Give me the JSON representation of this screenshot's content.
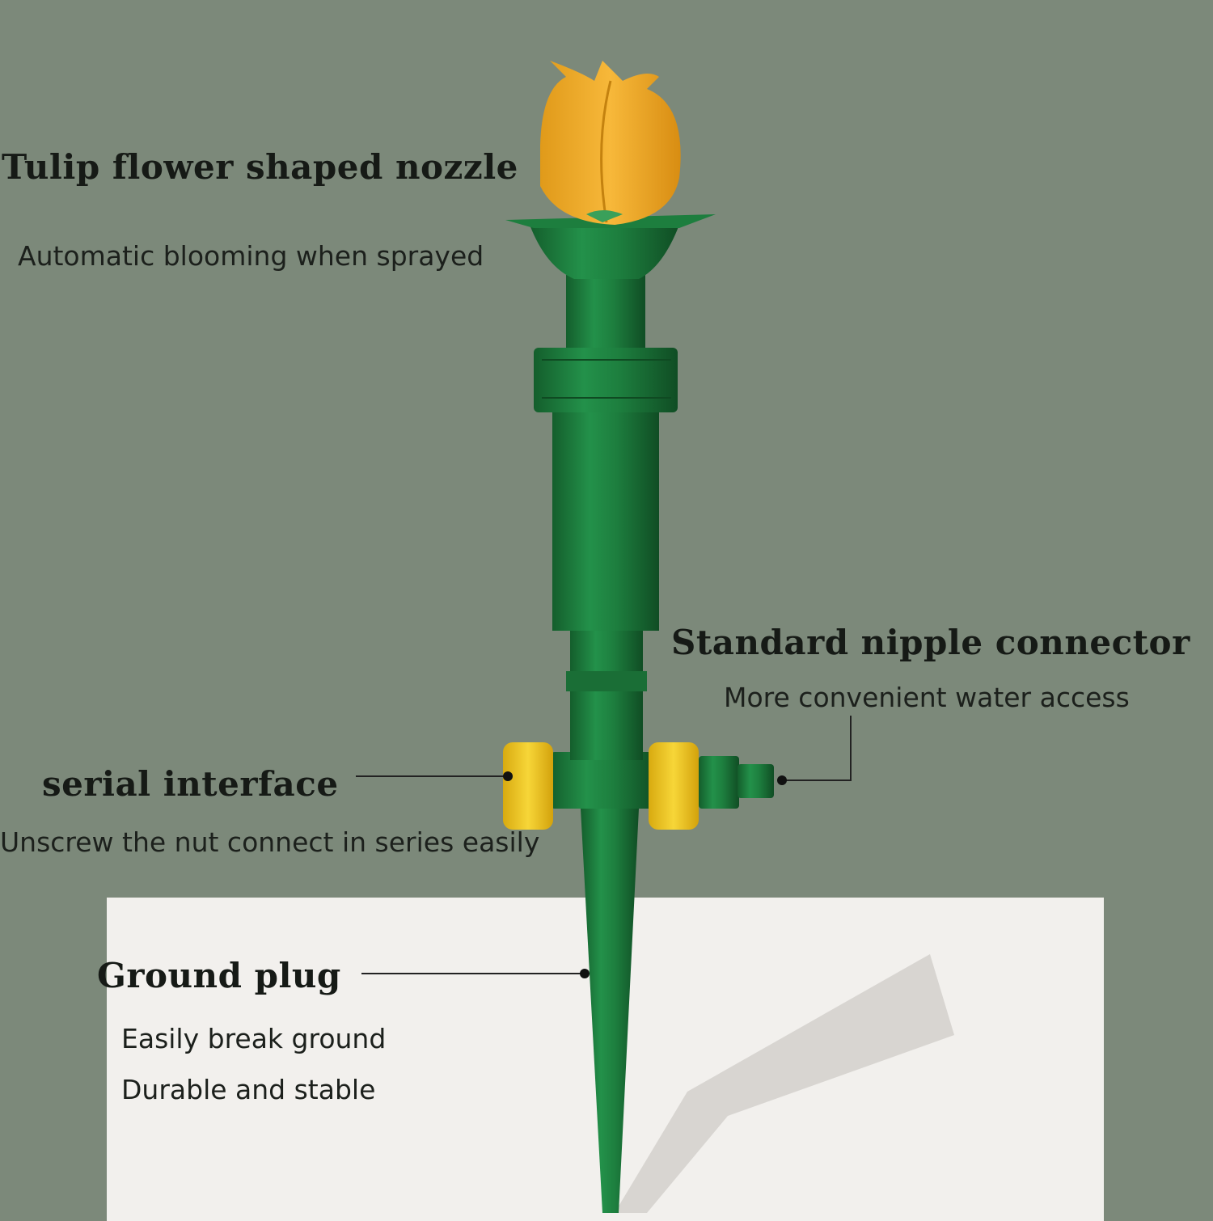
{
  "callouts": {
    "nozzle": {
      "title": "Tulip flower shaped nozzle",
      "desc": "Automatic blooming when sprayed"
    },
    "connector": {
      "title": "Standard nipple connector",
      "desc": "More convenient water access"
    },
    "serial": {
      "title": "serial interface",
      "desc": "Unscrew the nut connect in series easily"
    },
    "ground": {
      "title": "Ground plug",
      "desc1": "Easily break ground",
      "desc2": "Durable and stable"
    }
  },
  "colors": {
    "background": "#7c897a",
    "card": "#f2f0ed",
    "body_green": "#1e7a3c",
    "flower_yellow": "#f2b12a",
    "nut_yellow": "#f2c91e"
  }
}
